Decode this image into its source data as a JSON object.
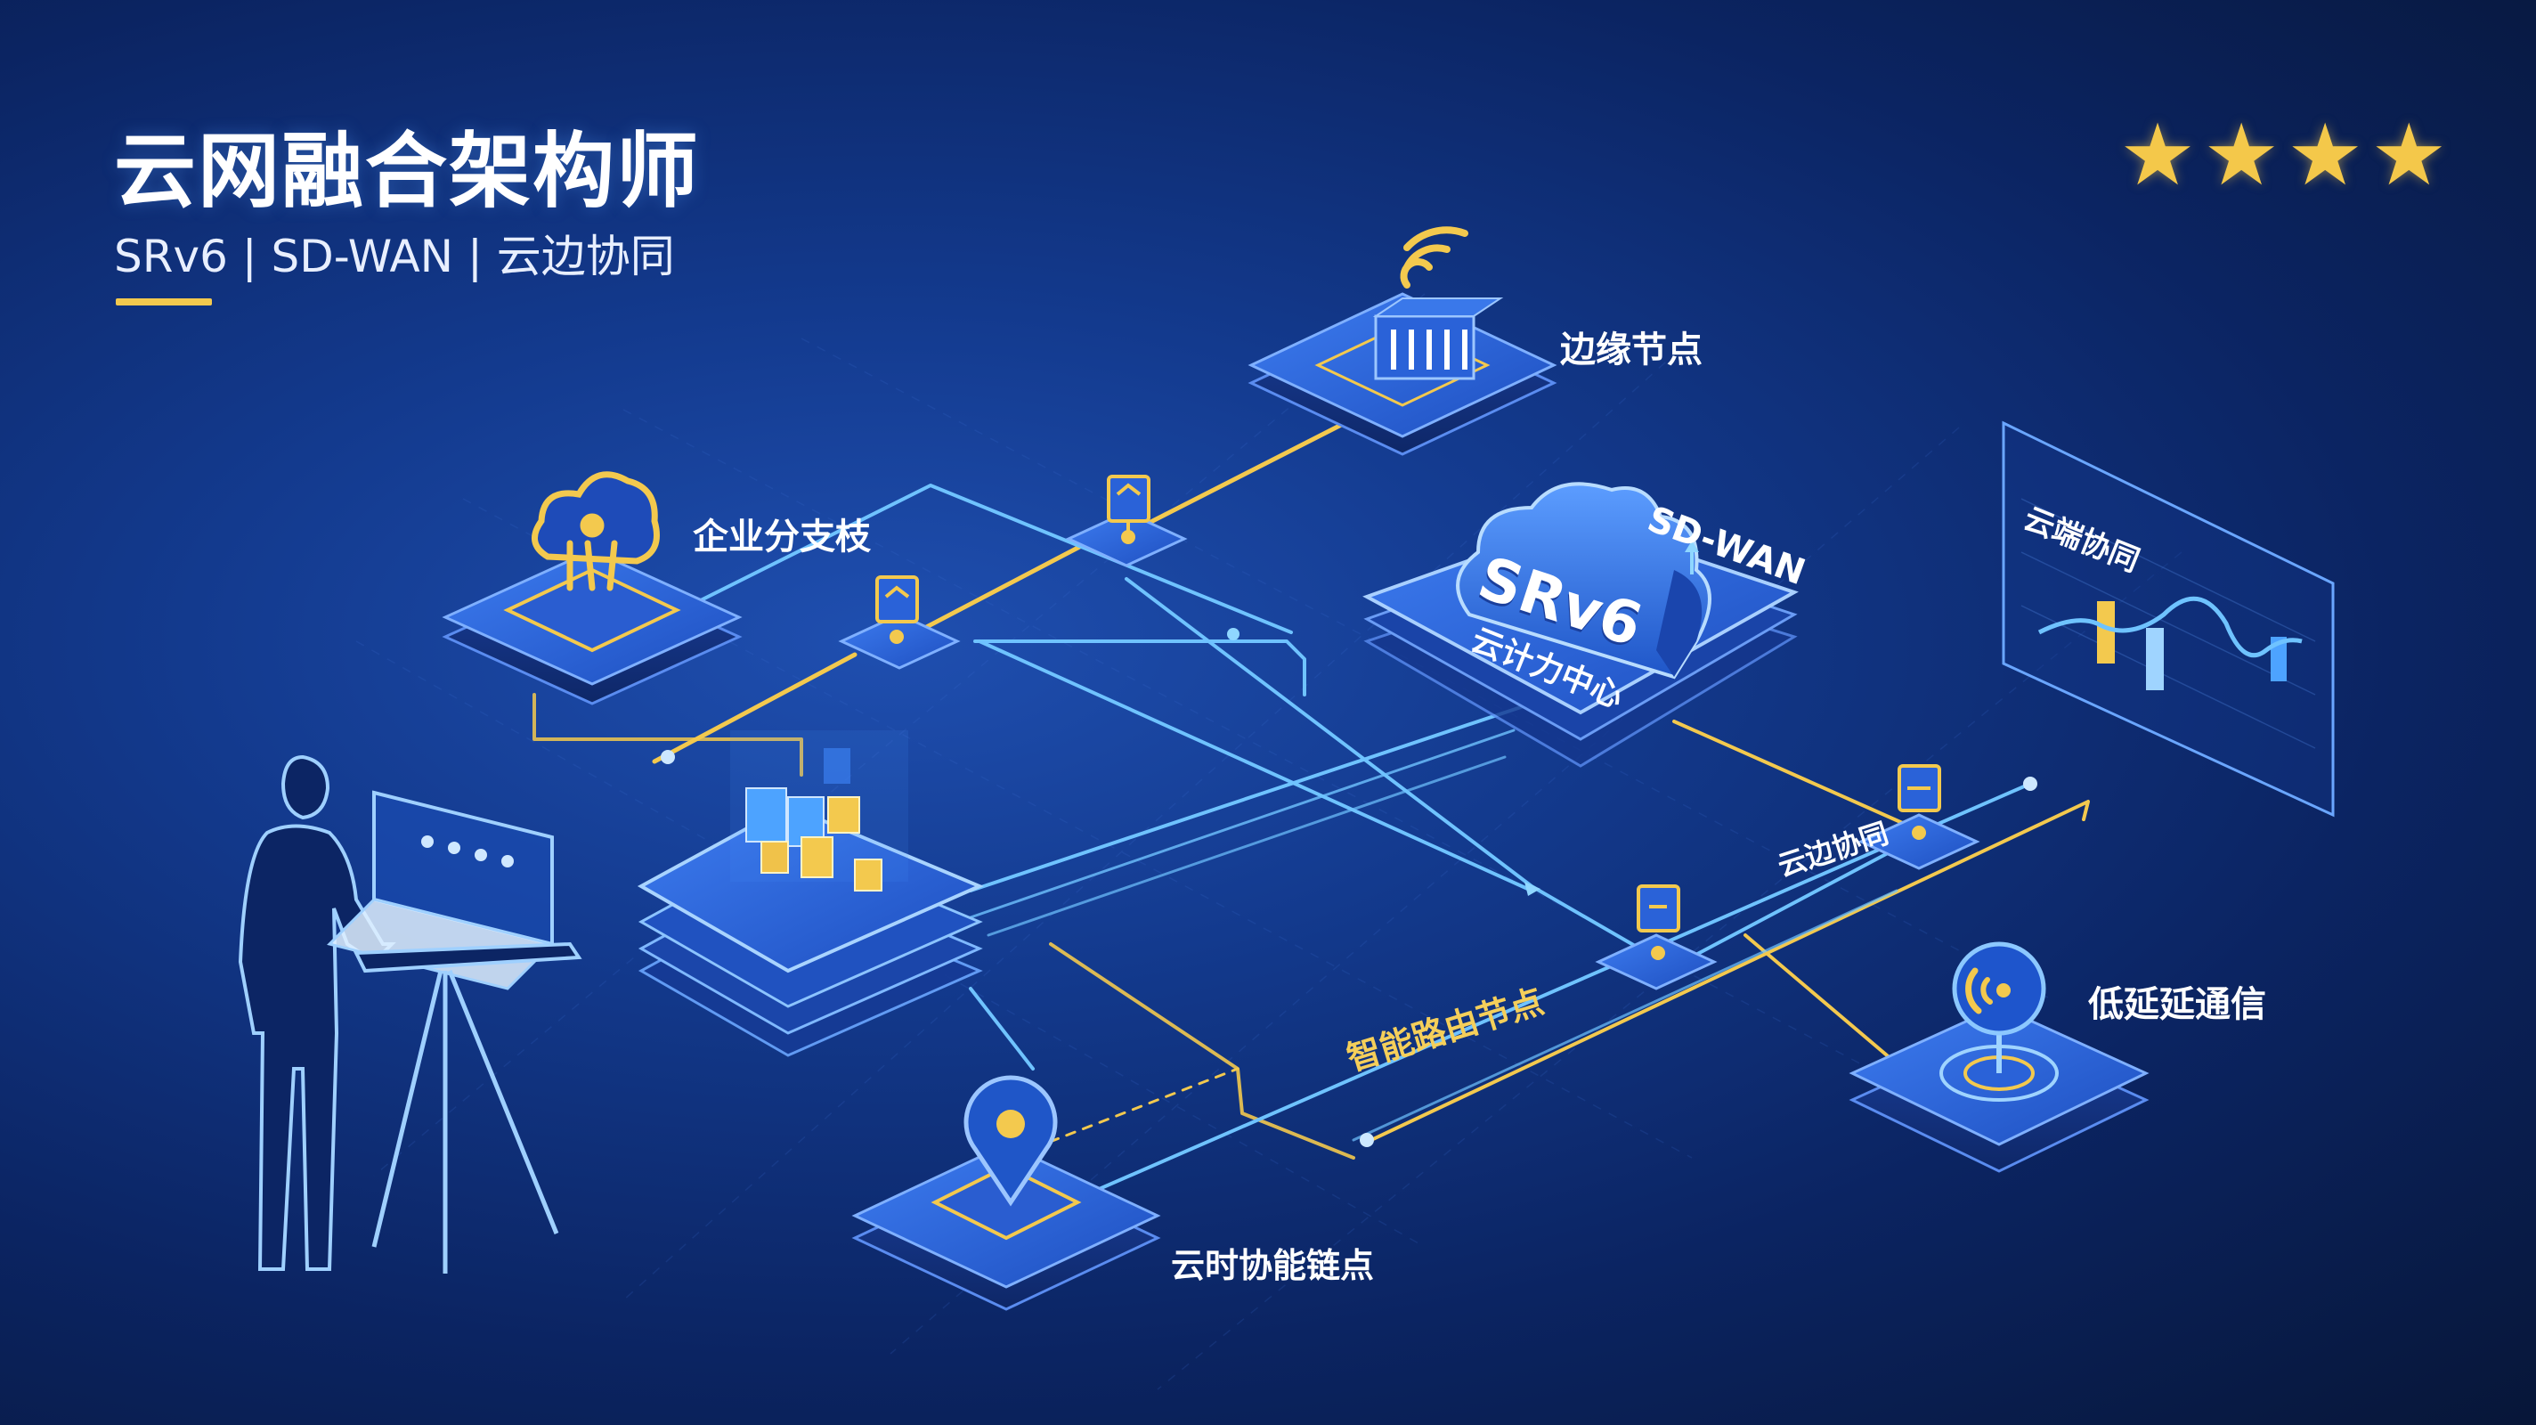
{
  "header": {
    "title": "云网融合架构师",
    "subtitle": "SRv6 | SD-WAN | 云边协同",
    "stars": "★★★★"
  },
  "colors": {
    "accent_gold": "#f3c94e",
    "link_blue": "#6fc3ff",
    "node_blue": "#2f6fe0",
    "background": "#0b2462"
  },
  "diagram": {
    "nodes": {
      "edge_node": "边缘节点",
      "branch": "企业分支枝",
      "sdwan": "SD-WAN",
      "srv6": "SRv6",
      "cloud_center": "云计力中心",
      "cloud_edge_panel": "云端协同",
      "cloud_edge_link": "云边协同",
      "smart_route": "智能路由节点",
      "low_latency": "低延延通信",
      "cloud_link": "云时协能链点"
    },
    "icons": {
      "edge_node": "wifi-building-icon",
      "branch": "cloud-chip-icon",
      "srv6": "cloud-icon",
      "low_latency": "signal-target-icon",
      "cloud_link": "location-pin-icon",
      "person": "person-silhouette-icon",
      "laptop": "laptop-icon",
      "data_center": "server-stack-icon",
      "small_node": "shield-node-icon"
    }
  }
}
